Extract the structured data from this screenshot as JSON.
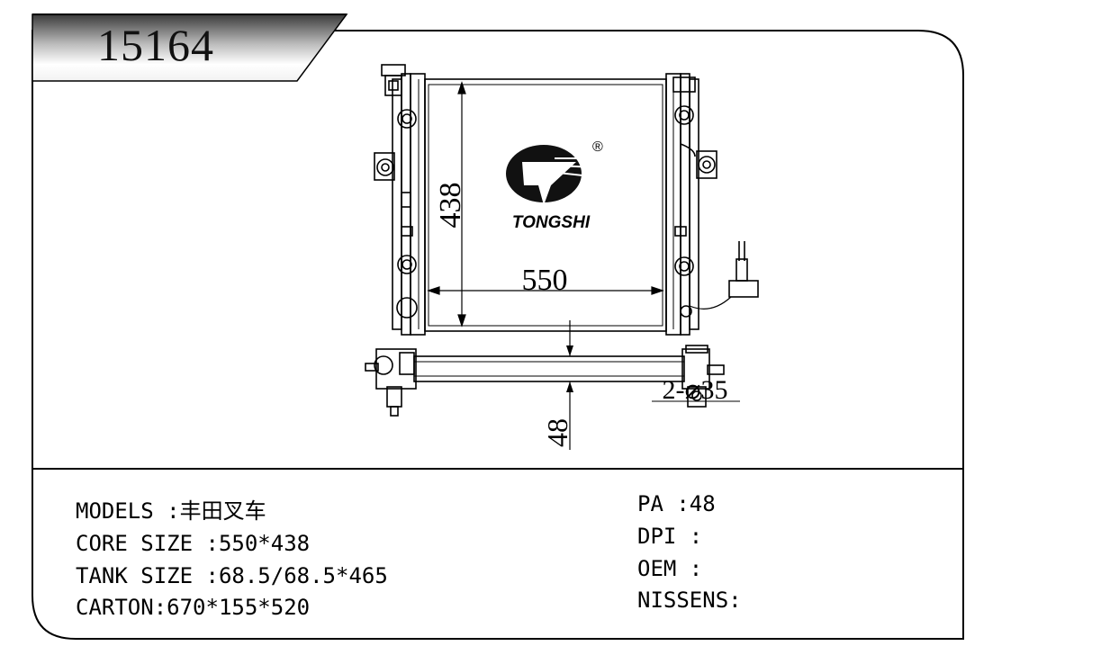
{
  "header": {
    "part_number": "15164"
  },
  "drawing": {
    "logo_text": "TONGSHI",
    "registered_mark": "®",
    "dim_height": "438",
    "dim_width": "550",
    "dim_pipe": "2-⌀35",
    "dim_thickness": "48"
  },
  "specs_left": [
    {
      "label": "MODELS :",
      "value": "丰田叉车"
    },
    {
      "label": "CORE SIZE :",
      "value": "550*438"
    },
    {
      "label": "TANK SIZE :",
      "value": "68.5/68.5*465"
    },
    {
      "label": "CARTON:",
      "value": "670*155*520"
    }
  ],
  "specs_right": [
    {
      "label": "PA :",
      "value": "48"
    },
    {
      "label": "DPI :",
      "value": ""
    },
    {
      "label": "OEM :",
      "value": ""
    },
    {
      "label": "NISSENS:",
      "value": ""
    }
  ]
}
